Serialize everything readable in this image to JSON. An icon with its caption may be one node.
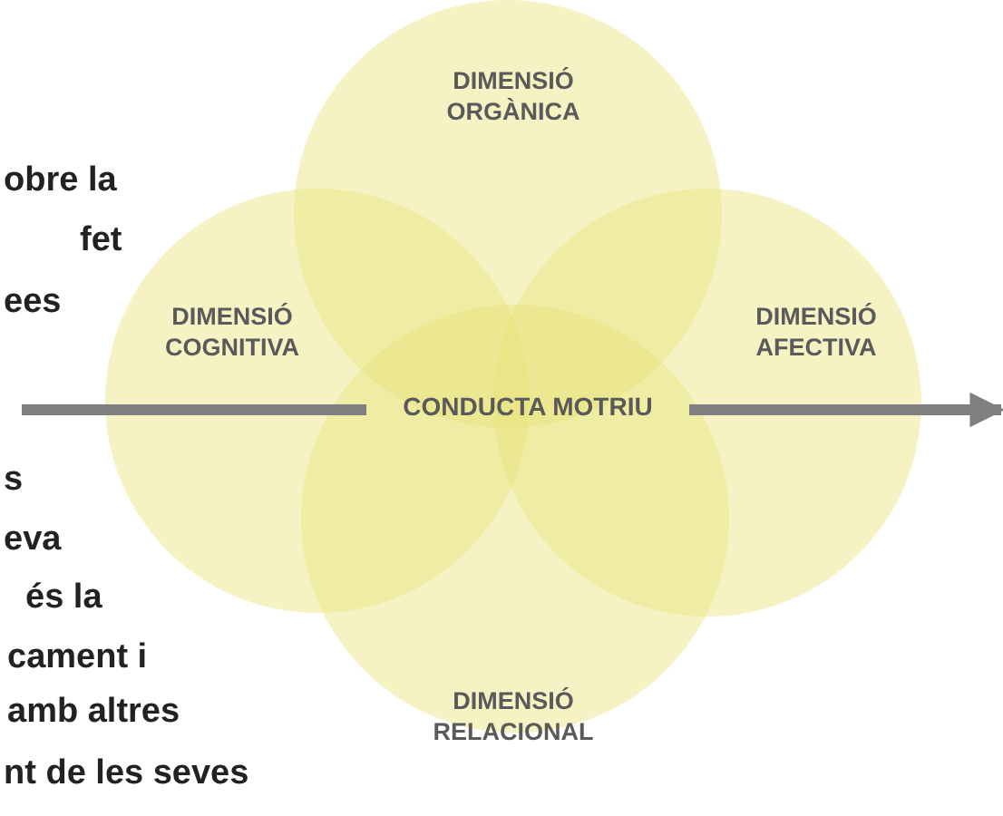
{
  "diagram": {
    "nodes": [
      {
        "text": [
          "DIMENSIÓ ORGÀNICA"
        ]
      },
      {
        "text": [
          "DIMENSIÓ COGNITIVA"
        ]
      },
      {
        "text": [
          "DIMENSIÓ AFECTIVA"
        ]
      },
      {
        "text": [
          "CONDUCTA MOTRIU"
        ]
      },
      {
        "text": [
          "DIMENSIÓ RELACIONAL"
        ]
      }
    ],
    "edges": [
      {
        "from": null,
        "to": 3,
        "arrow": "none"
      },
      {
        "from": 3,
        "to": null,
        "arrow": "to"
      }
    ],
    "labels": [
      "obre la",
      "fet",
      "ees",
      "s",
      "eva",
      "és la",
      "cament i",
      "amb altres",
      "nt de les seves"
    ]
  }
}
